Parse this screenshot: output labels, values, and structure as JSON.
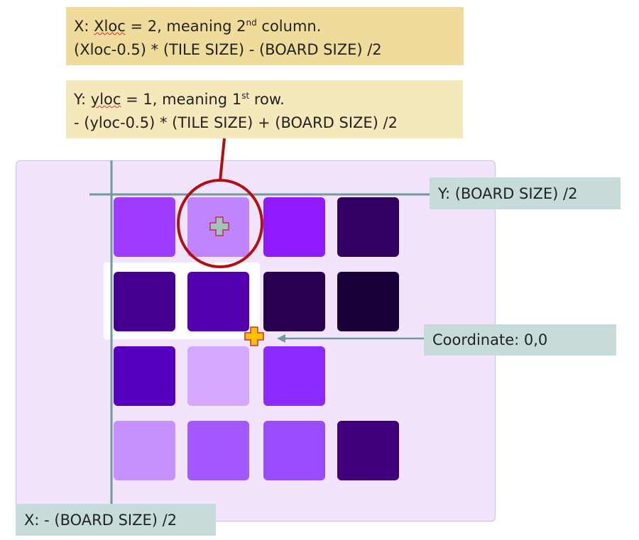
{
  "notes": {
    "x": {
      "line1_prefix": "X: ",
      "var": "Xloc",
      "line1_mid": " = 2, meaning 2",
      "sup": "nd",
      "line1_suffix": " column.",
      "line2": "(Xloc-0.5) * (TILE SIZE) - (BOARD SIZE) /2"
    },
    "y": {
      "line1_prefix": "Y: ",
      "var": "yloc",
      "line1_mid": " = 1, meaning 1",
      "sup": "st",
      "line1_suffix": " row.",
      "line2": "- (yloc-0.5) * (TILE SIZE) + (BOARD SIZE) /2"
    }
  },
  "labels": {
    "y_axis": "Y: (BOARD SIZE) /2",
    "origin": "Coordinate: 0,0",
    "x_axis": "X: - (BOARD SIZE) /2"
  },
  "tiles": [
    [
      "#a03cff",
      "#c084ff",
      "#8f1aff",
      "#320060"
    ],
    [
      "#45008f",
      "#5500b0",
      "#280050",
      "#1a0038"
    ],
    [
      "#5800bf",
      "#d5a8ff",
      "#8c2bff",
      null
    ],
    [
      "#c690ff",
      "#a458ff",
      "#9a4dff",
      "#40007e"
    ]
  ],
  "colors": {
    "axis": "#6f9c9a",
    "highlight": "#b30f0f",
    "origin_marker": "#ffc000"
  }
}
